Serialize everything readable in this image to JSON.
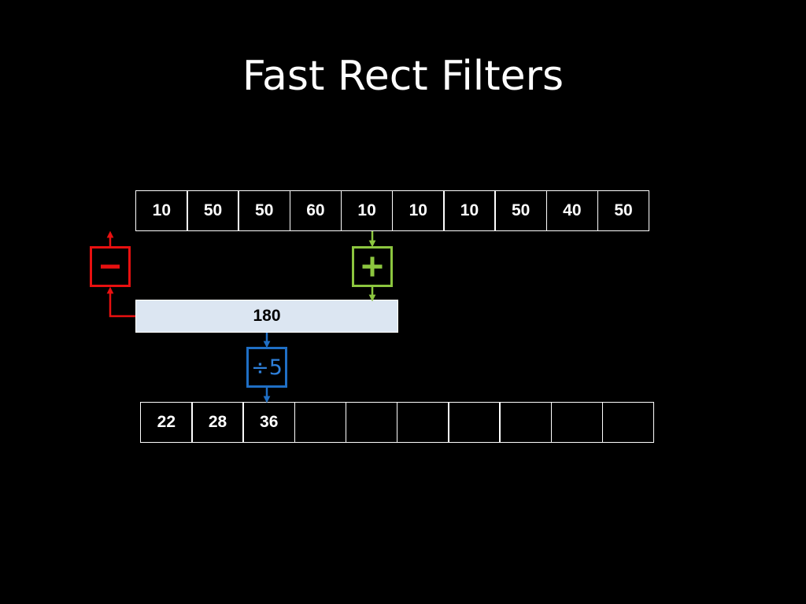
{
  "title": "Fast Rect Filters",
  "input_values": [
    "10",
    "50",
    "50",
    "60",
    "10",
    "10",
    "10",
    "50",
    "40",
    "50"
  ],
  "accumulator": "180",
  "operators": {
    "minus": "minus-icon",
    "plus": "plus-icon",
    "divide_label": "÷5"
  },
  "output_values": [
    "22",
    "28",
    "36",
    "",
    "",
    "",
    "",
    "",
    "",
    ""
  ],
  "colors": {
    "background": "#000000",
    "minus": "#e81010",
    "plus": "#8cc63f",
    "divide": "#1f6fc5",
    "accumulator_fill": "#dce6f2"
  }
}
